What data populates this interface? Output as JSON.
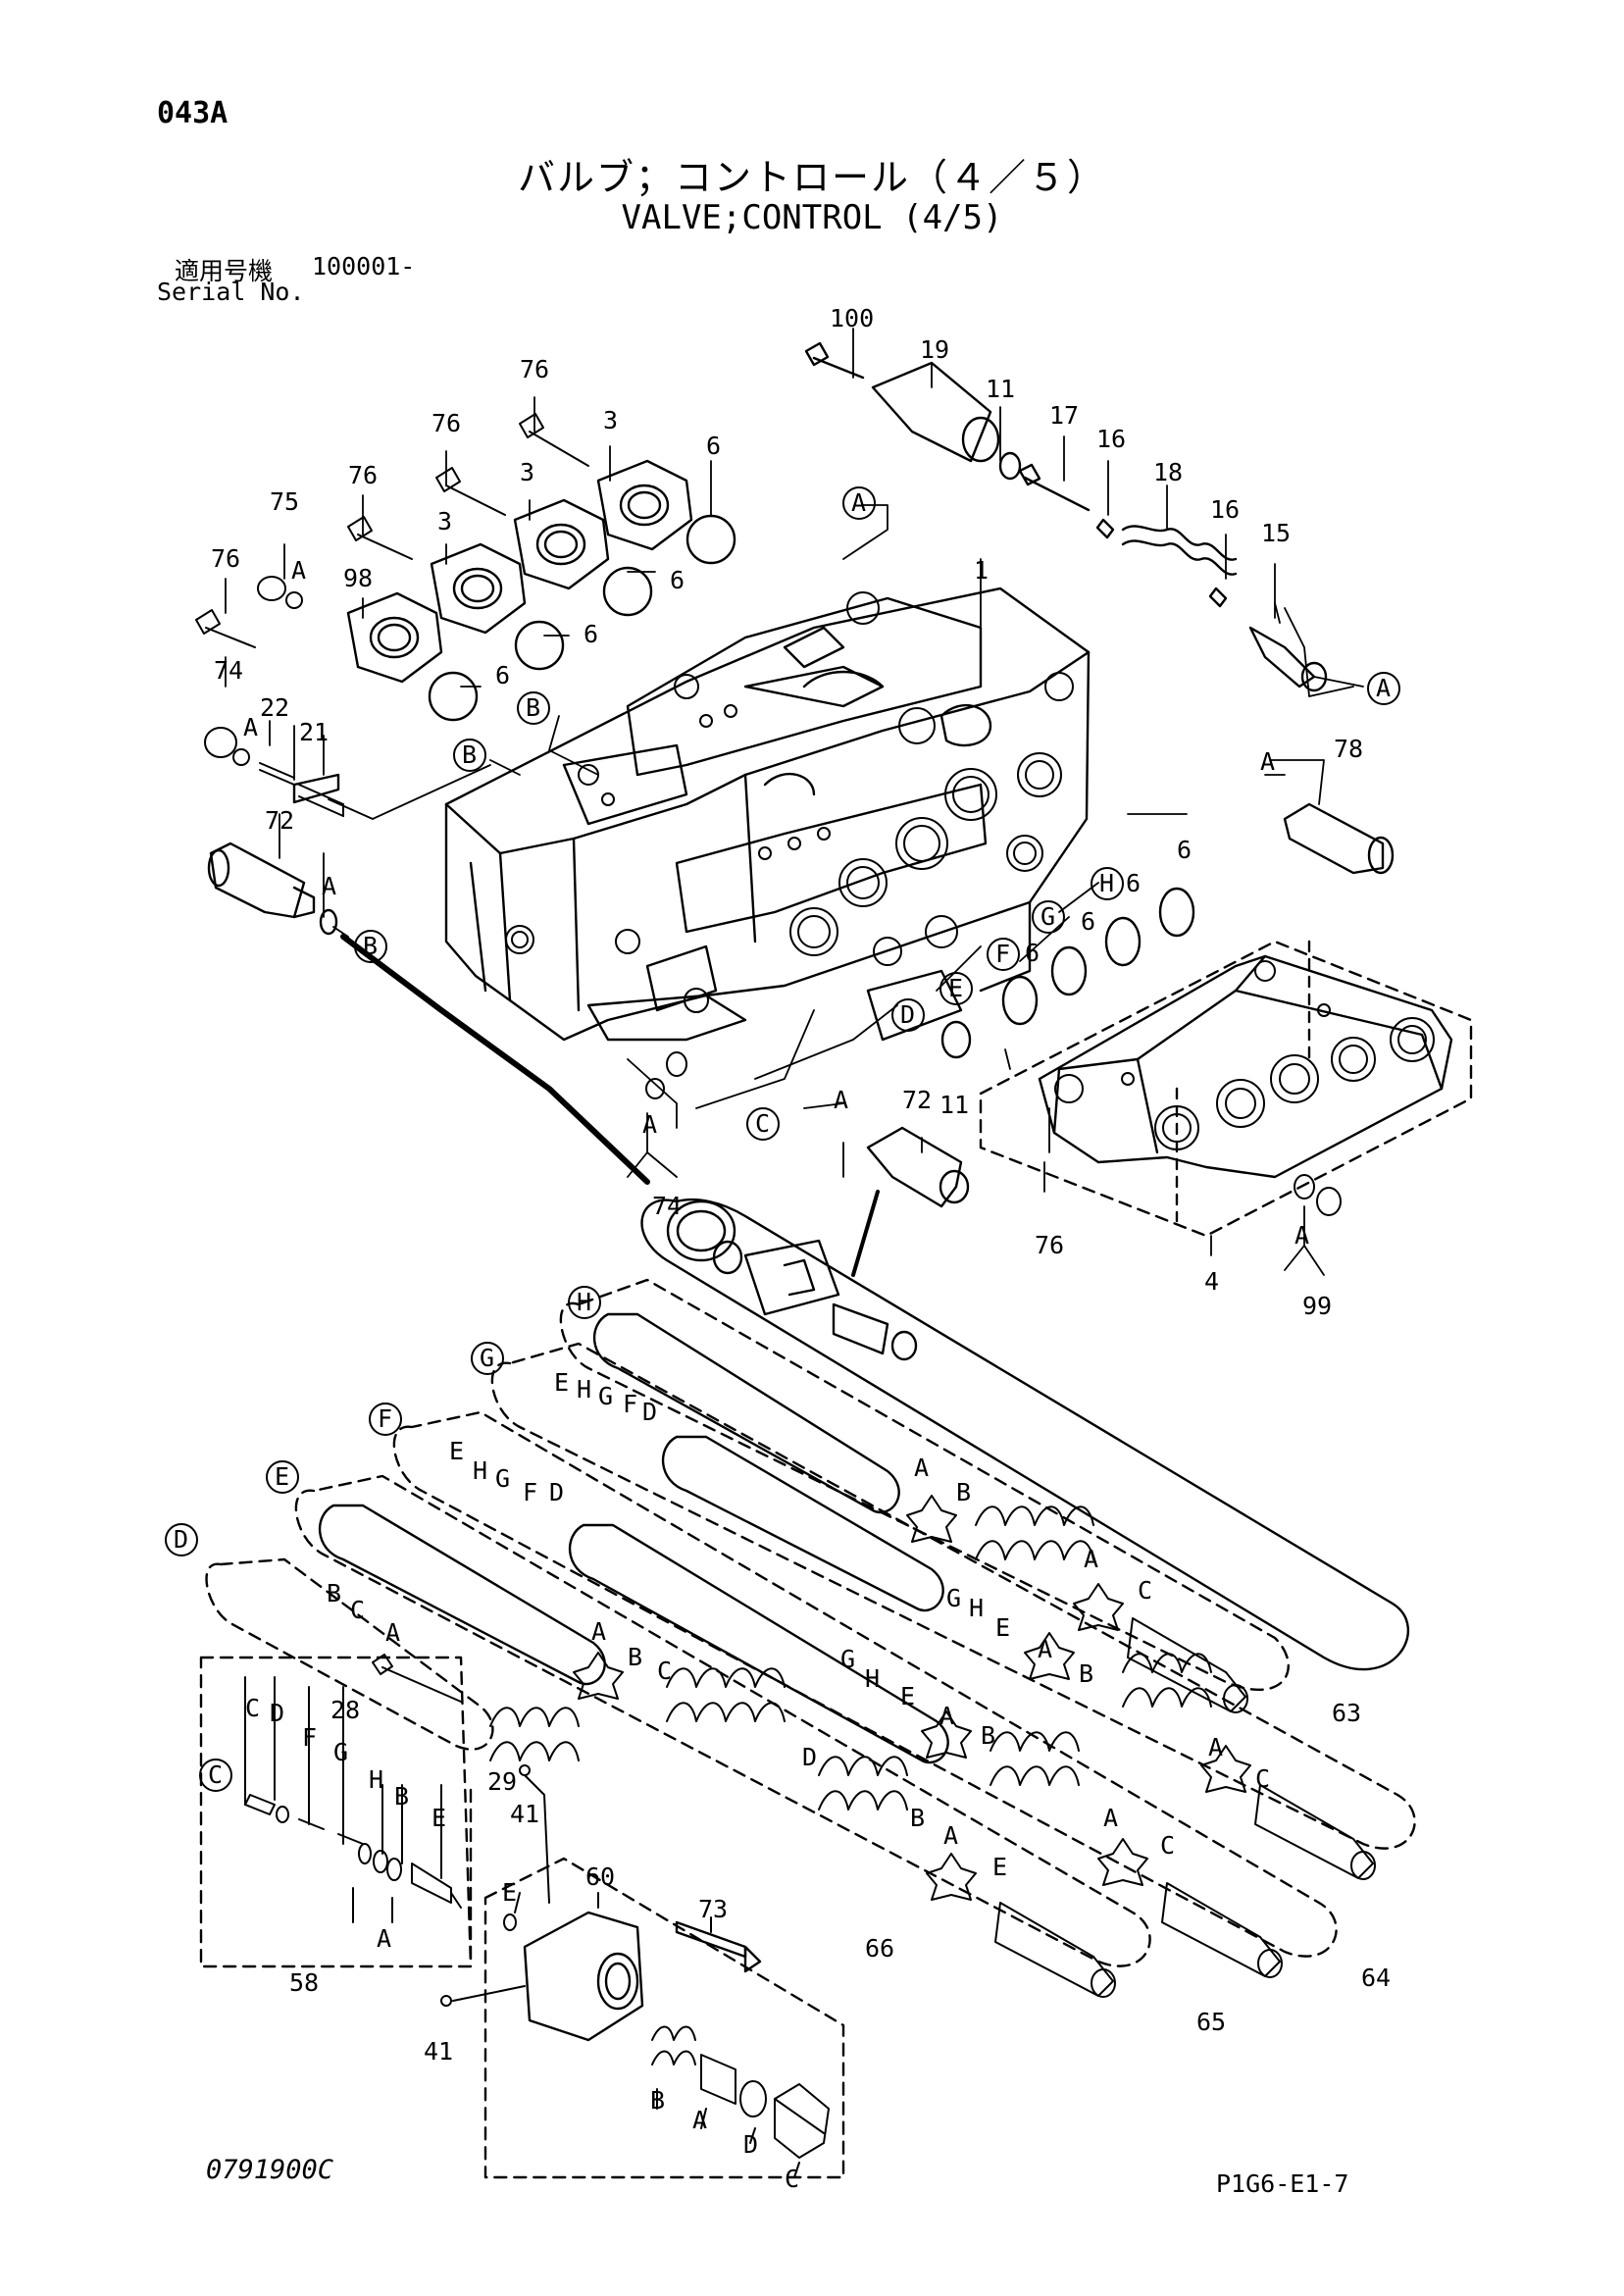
{
  "header": {
    "page_code": "043A",
    "title_jp": "バルブ；コントロール（４／５）",
    "title_en": "VALVE;CONTROL (4/5)",
    "serial_label_jp": "適用号機",
    "serial_value": "100001-",
    "serial_label_en": "Serial No."
  },
  "footer": {
    "drawing_number": "0791900C",
    "sheet_code": "P1G6-E1-7"
  },
  "callouts": {
    "c100": "100",
    "c19": "19",
    "c11": "11",
    "c17": "17",
    "c16": "16",
    "c18": "18",
    "c15": "15",
    "c76": "76",
    "c3": "3",
    "c6": "6",
    "c75": "75",
    "cA": "A",
    "c98": "98",
    "c1": "1",
    "c74": "74",
    "c22": "22",
    "c21": "21",
    "c78": "78",
    "c72": "72",
    "cB": "B",
    "cC": "C",
    "cD": "D",
    "cE": "E",
    "cF": "F",
    "cG": "G",
    "cH": "H",
    "c4": "4",
    "c99": "99",
    "c63": "63",
    "c64": "64",
    "c65": "65",
    "c66": "66",
    "c28": "28",
    "c29": "29",
    "c41": "41",
    "c60": "60",
    "c73": "73",
    "c58": "58"
  }
}
